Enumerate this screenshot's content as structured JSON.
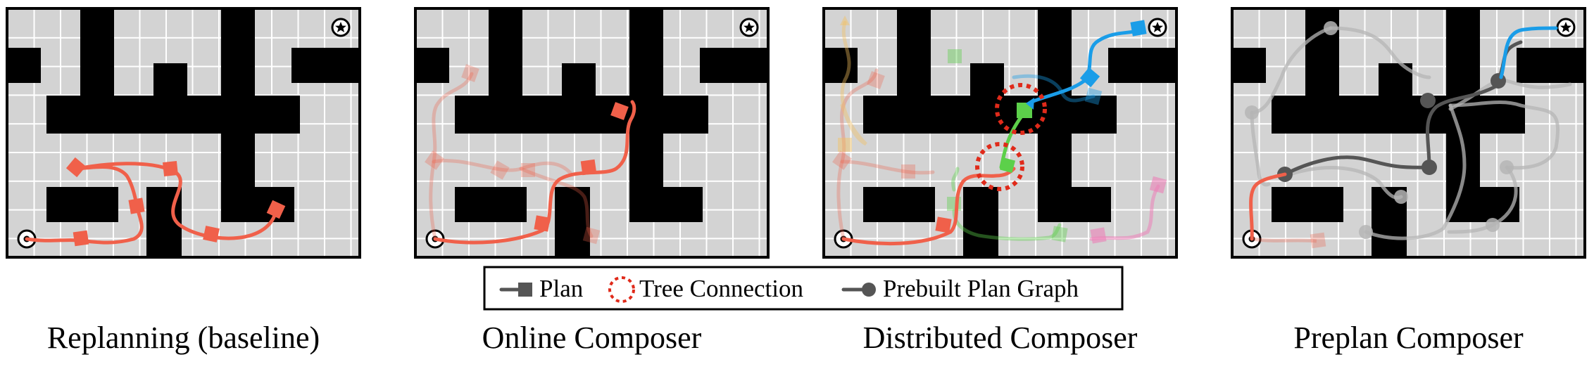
{
  "panels": [
    {
      "id": "replanning",
      "caption": "Replanning (baseline)"
    },
    {
      "id": "online",
      "caption": "Online Composer"
    },
    {
      "id": "distributed",
      "caption": "Distributed Composer"
    },
    {
      "id": "preplan",
      "caption": "Preplan Composer"
    }
  ],
  "legend": {
    "plan_label": "Plan",
    "tree_label": "Tree Connection",
    "graph_label": "Prebuilt Plan Graph"
  },
  "colors": {
    "plan_red": "#f0604a",
    "plan_blue": "#1a9de8",
    "plan_green": "#5cd04a",
    "plan_yellow": "#f4c060",
    "plan_pink": "#ec80b8",
    "graph_dark": "#555555",
    "graph_light": "#b5b5b5",
    "tree_ring": "#e02a1a",
    "maze_floor": "#d3d3d3",
    "maze_wall": "#000000"
  },
  "icons": {
    "start": "start-marker-icon",
    "goal": "goal-star-icon"
  }
}
